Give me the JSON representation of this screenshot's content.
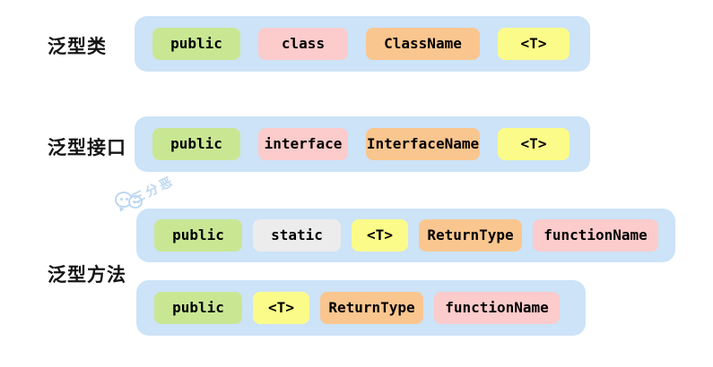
{
  "colors": {
    "panel_blue": "#CCE3F8",
    "green": "#C9E793",
    "pink": "#FCCBCB",
    "orange": "#FAC68F",
    "yellow": "#FBFB8A",
    "gray": "#ECECEC",
    "token_text": "#000000",
    "label_text": "#151515",
    "watermark_blue": "#BDD7F2"
  },
  "sections": [
    {
      "label": "泛型类",
      "rows": [
        {
          "tokens": [
            {
              "id": "public",
              "text": "public",
              "color": "green"
            },
            {
              "id": "class",
              "text": "class",
              "color": "pink"
            },
            {
              "id": "classname",
              "text": "ClassName",
              "color": "orange"
            },
            {
              "id": "t",
              "text": "<T>",
              "color": "yellow"
            }
          ]
        }
      ]
    },
    {
      "label": "泛型接口",
      "rows": [
        {
          "tokens": [
            {
              "id": "public",
              "text": "public",
              "color": "green"
            },
            {
              "id": "interface",
              "text": "interface",
              "color": "pink"
            },
            {
              "id": "interfacename",
              "text": "InterfaceName",
              "color": "orange"
            },
            {
              "id": "t",
              "text": "<T>",
              "color": "yellow"
            }
          ]
        }
      ]
    },
    {
      "label": "泛型方法",
      "rows": [
        {
          "tokens": [
            {
              "id": "public",
              "text": "public",
              "color": "green"
            },
            {
              "id": "static",
              "text": "static",
              "color": "gray"
            },
            {
              "id": "t",
              "text": "<T>",
              "color": "yellow"
            },
            {
              "id": "returntype",
              "text": "ReturnType",
              "color": "orange"
            },
            {
              "id": "functionname",
              "text": "functionName",
              "color": "pink"
            }
          ]
        },
        {
          "tokens": [
            {
              "id": "public",
              "text": "public",
              "color": "green"
            },
            {
              "id": "t",
              "text": "<T>",
              "color": "yellow"
            },
            {
              "id": "returntype",
              "text": "ReturnType",
              "color": "orange"
            },
            {
              "id": "functionname",
              "text": "functionName",
              "color": "pink"
            }
          ]
        }
      ]
    }
  ],
  "watermark": {
    "text": "三分恶",
    "icon": "wechat-chat-bubbles-icon"
  }
}
